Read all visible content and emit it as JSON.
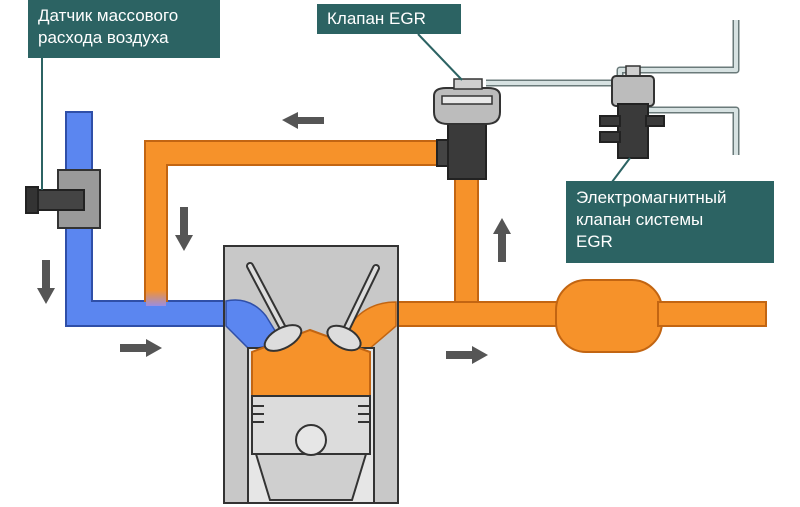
{
  "labels": {
    "maf_sensor": [
      "Датчик массового",
      "расхода воздуха"
    ],
    "egr_valve": "Клапан EGR",
    "solenoid_valve": [
      "Электромагнитный",
      "клапан системы",
      "EGR"
    ]
  },
  "colors": {
    "intake_air": "#5b86f0",
    "exhaust_gas": "#f6922a",
    "engine_body": "#c8c8c8",
    "engine_dark": "#555555",
    "label_bg": "#2c6363",
    "label_text": "#ffffff",
    "vacuum_line": "#cfd8d8",
    "arrow": "#555555"
  },
  "icons": {
    "flow_arrows": [
      "arrow-left-icon",
      "arrow-down-icon",
      "arrow-down-icon",
      "arrow-right-icon",
      "arrow-right-icon",
      "arrow-up-icon"
    ]
  }
}
